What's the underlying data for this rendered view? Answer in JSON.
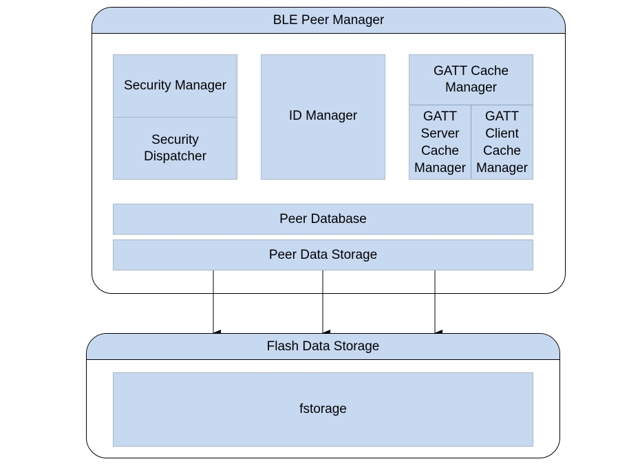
{
  "colors": {
    "box_fill": "#c6d9f1",
    "outline": "#000000",
    "arrow": "#000000"
  },
  "ble_peer_manager": {
    "title": "BLE Peer Manager",
    "security": {
      "manager": "Security Manager",
      "dispatcher_line1": "Security",
      "dispatcher_line2": "Dispatcher"
    },
    "id_manager": "ID Manager",
    "gatt_cache": {
      "title_line1": "GATT Cache",
      "title_line2": "Manager",
      "server_lines": [
        "GATT",
        "Server",
        "Cache",
        "Manager"
      ],
      "client_lines": [
        "GATT",
        "Client",
        "Cache",
        "Manager"
      ]
    },
    "peer_database": "Peer Database",
    "peer_data_storage": "Peer Data Storage"
  },
  "flash_data_storage": {
    "title": "Flash Data Storage",
    "fstorage": "fstorage"
  }
}
